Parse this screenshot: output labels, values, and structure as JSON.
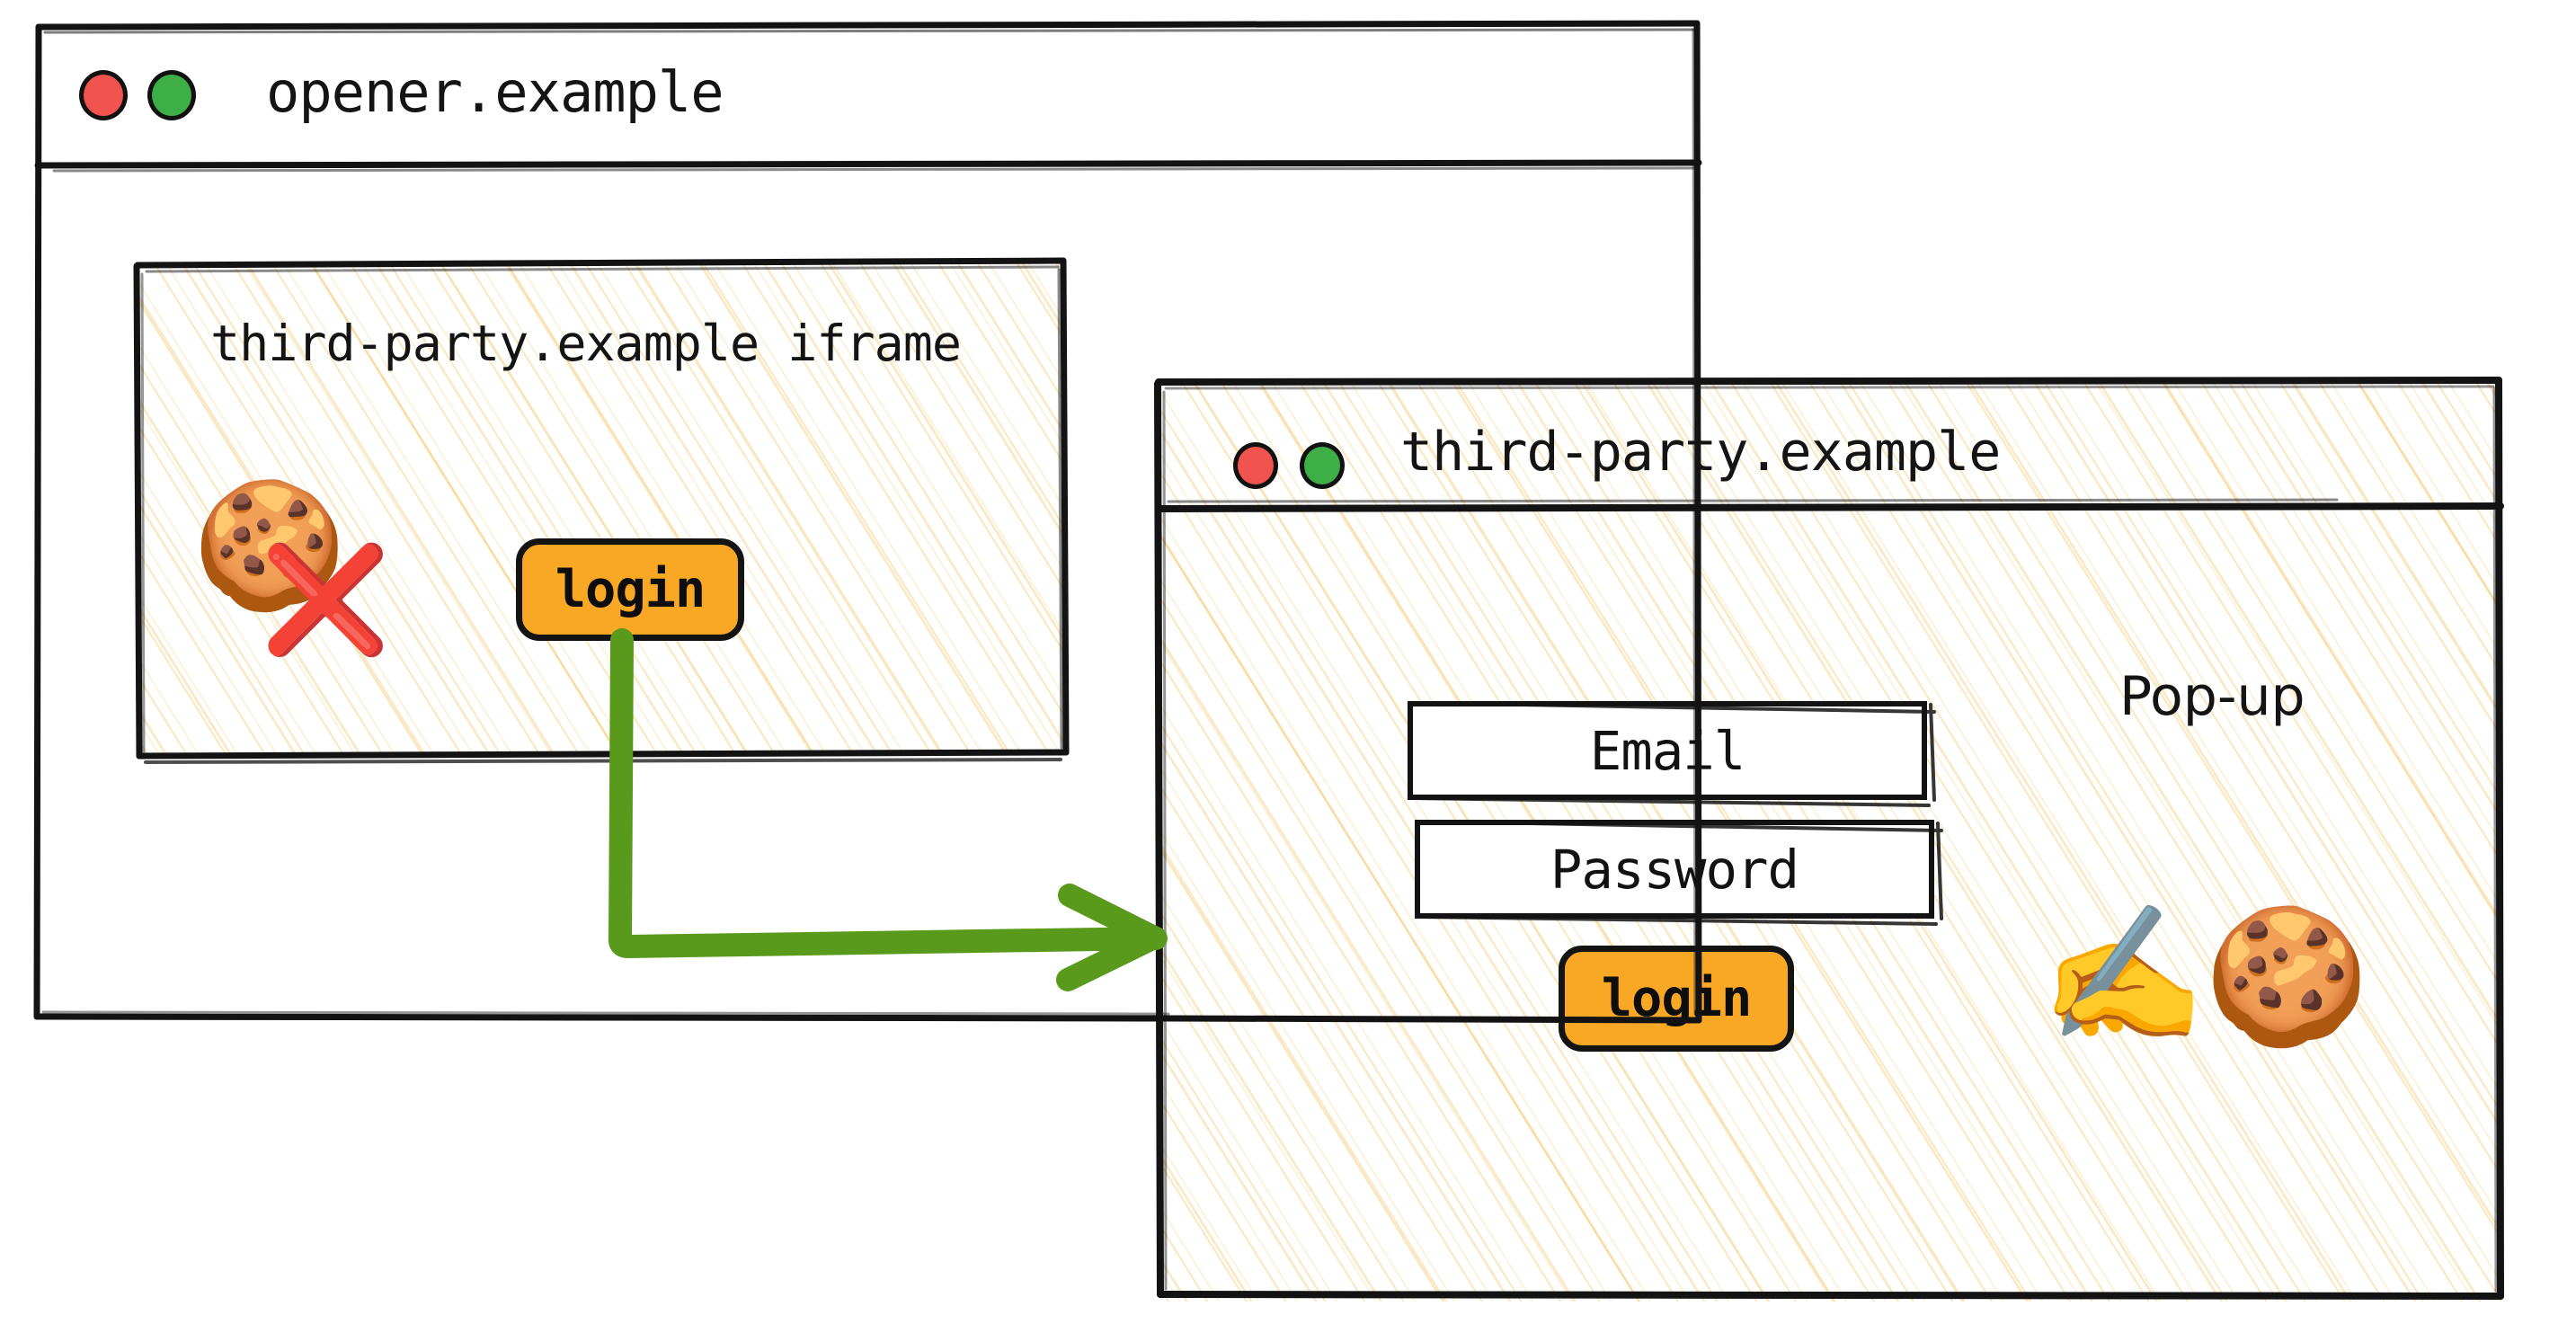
{
  "diagram": {
    "title": "Third-party login flow using a pop-up instead of cookies in an iframe",
    "accent_colors": {
      "button_orange": "#F9A826",
      "arrow_green": "#599A1D",
      "traffic_red": "#F1544F",
      "traffic_green": "#3EAF46",
      "hatch_cream": "#F4C662",
      "ink_black": "#141414"
    }
  },
  "opener_window": {
    "title": "opener.example",
    "traffic_lights": [
      "close-red",
      "maximize-green"
    ],
    "iframe": {
      "label": "third-party.example iframe",
      "cookie_icon": "cookie-emoji",
      "blocked_icon": "red-cross-emoji",
      "login_label": "login"
    }
  },
  "popup_window": {
    "title": "third-party.example",
    "traffic_lights": [
      "close-red",
      "maximize-green"
    ],
    "annotation": "Pop-up",
    "form": {
      "email_label": "Email",
      "password_label": "Password",
      "login_label": "login"
    },
    "signing_icon": "writing-hand-emoji",
    "cookie_icon": "cookie-emoji"
  },
  "connector": {
    "kind": "arrow",
    "from": "opener-iframe-login-button",
    "to": "popup-window",
    "color": "#599A1D"
  },
  "icons": {
    "cookie": "🍪",
    "cross": "❌",
    "writing_hand": "✍️"
  }
}
